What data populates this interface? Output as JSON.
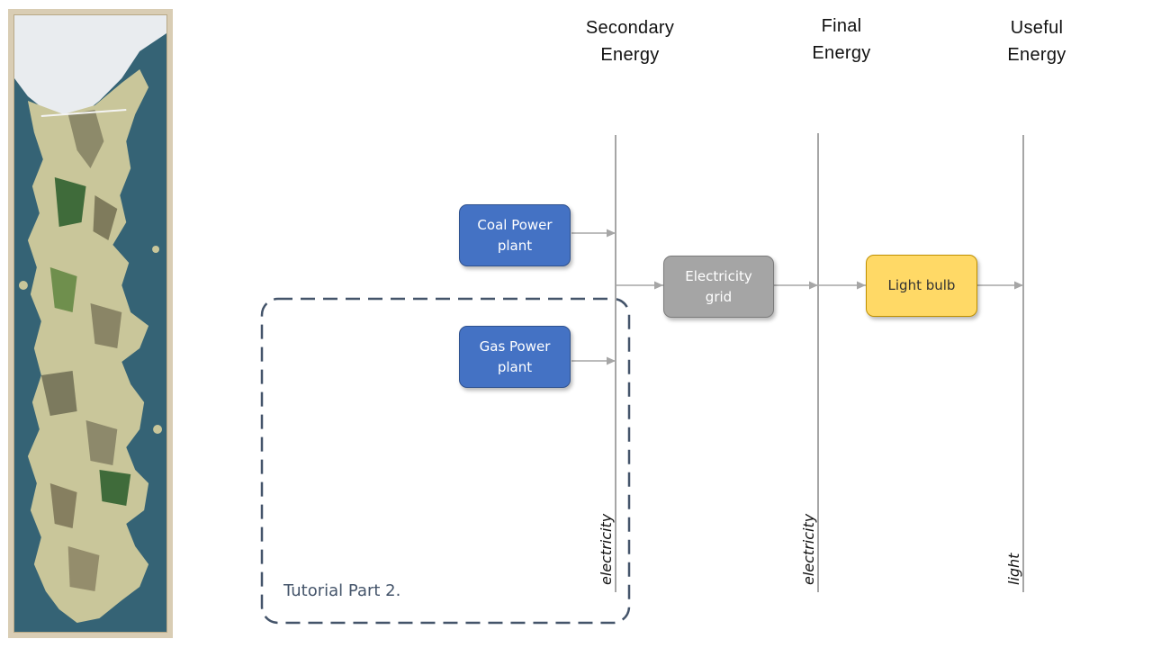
{
  "columns": {
    "secondary": {
      "line1": "Secondary",
      "line2": "Energy"
    },
    "final": {
      "line1": "Final",
      "line2": "Energy"
    },
    "useful": {
      "line1": "Useful",
      "line2": "Energy"
    }
  },
  "nodes": {
    "coal": {
      "line1": "Coal Power",
      "line2": "plant",
      "color": "#4472c4"
    },
    "gas": {
      "line1": "Gas Power",
      "line2": "plant",
      "color": "#4472c4"
    },
    "grid": {
      "line1": "Electricity",
      "line2": "grid",
      "color": "#a5a5a5"
    },
    "bulb": {
      "label": "Light bulb",
      "color": "#ffd966"
    }
  },
  "carriers": {
    "secondary": "electricity",
    "final": "electricity",
    "useful": "light"
  },
  "tutorial_box": {
    "label": "Tutorial Part 2.",
    "border_color": "#44546a"
  },
  "side_image": {
    "icon": "westeros-map-image"
  }
}
